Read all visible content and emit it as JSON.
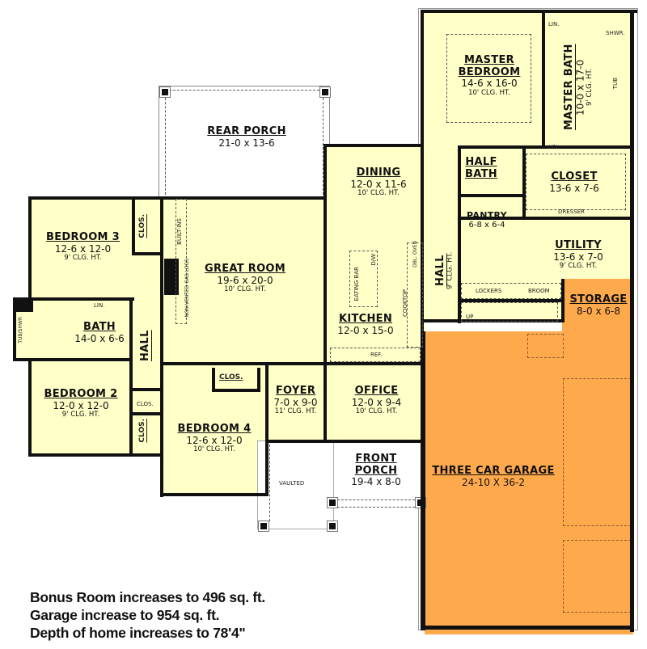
{
  "plan": {
    "colors": {
      "living": "#ffffc8",
      "garage": "#ffa94d",
      "wall": "#111111",
      "porch": "#ffffff"
    },
    "rooms": {
      "master_bedroom": {
        "name": "MASTER BEDROOM",
        "dim": "14-6 x 16-0",
        "clg": "10' CLG. HT."
      },
      "master_bath": {
        "name": "MASTER BATH",
        "dim": "10-0 x 17-0",
        "clg": "9' CLG. HT."
      },
      "rear_porch": {
        "name": "REAR PORCH",
        "dim": "21-0 x 13-6"
      },
      "dining": {
        "name": "DINING",
        "dim": "12-0 x 11-6",
        "clg": "10' CLG. HT."
      },
      "half_bath": {
        "name": "HALF BATH"
      },
      "closet": {
        "name": "CLOSET",
        "dim": "13-6 x 7-6"
      },
      "pantry": {
        "name": "PANTRY",
        "dim": "6-8 x 6-4"
      },
      "utility": {
        "name": "UTILITY",
        "dim": "13-6 x 7-0",
        "clg": "9' CLG. HT."
      },
      "hall_east": {
        "name": "HALL",
        "clg": "9' CLG. HT."
      },
      "bedroom3": {
        "name": "BEDROOM 3",
        "dim": "12-6 x 12-0",
        "clg": "9' CLG. HT."
      },
      "great_room": {
        "name": "GREAT ROOM",
        "dim": "19-6 x 20-0",
        "clg": "10' CLG. HT."
      },
      "kitchen": {
        "name": "KITCHEN",
        "dim": "12-0 x 15-0"
      },
      "storage": {
        "name": "STORAGE",
        "dim": "8-0 x 6-8"
      },
      "bath": {
        "name": "BATH",
        "dim": "14-0 x 6-6"
      },
      "hall_west": {
        "name": "HALL"
      },
      "bedroom2": {
        "name": "BEDROOM 2",
        "dim": "12-0 x 12-0",
        "clg": "9' CLG. HT."
      },
      "bedroom4": {
        "name": "BEDROOM 4",
        "dim": "12-6 x 12-0",
        "clg": "10' CLG. HT."
      },
      "foyer": {
        "name": "FOYER",
        "dim": "7-0 x 9-0",
        "clg": "11' CLG. HT."
      },
      "office": {
        "name": "OFFICE",
        "dim": "12-0 x 9-4",
        "clg": "10' CLG. HT."
      },
      "front_porch": {
        "name": "FRONT PORCH",
        "dim": "19-4 x 8-0"
      },
      "garage": {
        "name": "THREE CAR GARAGE",
        "dim": "24-10 X 36-2"
      }
    },
    "fixtures": {
      "lin": "LIN.",
      "shwr": "SHWR.",
      "tub": "TUB",
      "dresser": "DRESSER",
      "lockers": "LOCKERS",
      "broom": "BROOM",
      "up": "UP",
      "clos": "CLOS.",
      "built_ins": "BUILT-INS",
      "gas_logs": "NON-VENTED GAS LOGS",
      "eating_bar": "EATING BAR",
      "dw": "D/W",
      "wall_oven": "DBL. OVEN",
      "cooktop": "COOKTOP",
      "ref": "REF.",
      "tub_shwr": "TUB/SHWR",
      "vaulted": "VAULTED"
    }
  },
  "notes": [
    "Bonus Room increases to 496 sq. ft.",
    "Garage increase to 954 sq. ft.",
    "Depth of home increases to 78'4\""
  ]
}
